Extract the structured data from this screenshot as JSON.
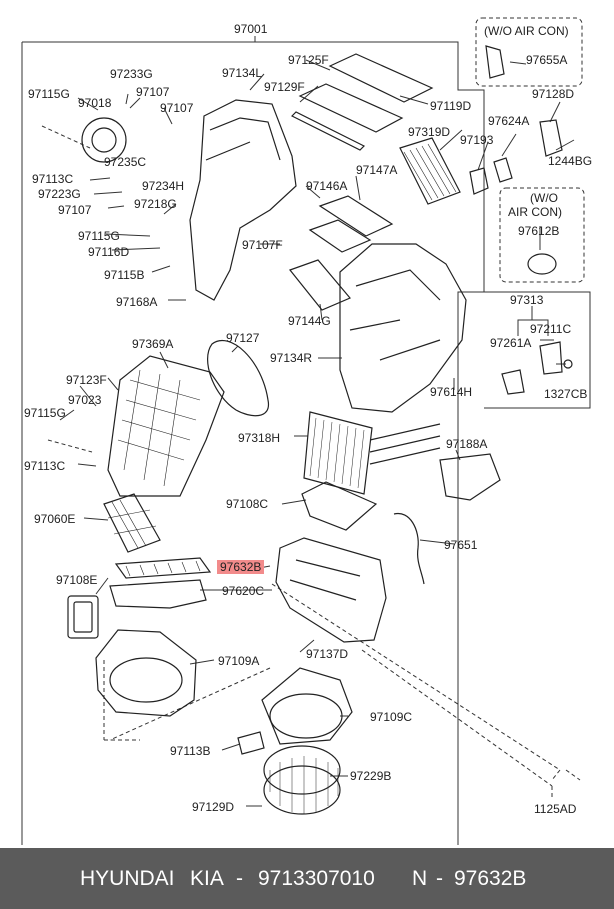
{
  "labels": {
    "p97001": "97001",
    "p97233G": "97233G",
    "p97115G_a": "97115G",
    "p97018": "97018",
    "p97107_a": "97107",
    "p97107_b": "97107",
    "p97134L": "97134L",
    "p97125F": "97125F",
    "p97129F": "97129F",
    "p97119D": "97119D",
    "wo_aircon_1": "(W/O AIR CON)",
    "p97655A": "97655A",
    "p97128D": "97128D",
    "p97624A": "97624A",
    "p97319D": "97319D",
    "p97193": "97193",
    "p1244BG": "1244BG",
    "p97235C": "97235C",
    "p97113C_a": "97113C",
    "p97234H": "97234H",
    "p97223G": "97223G",
    "p97218G": "97218G",
    "p97107_c": "97107",
    "p97146A": "97146A",
    "p97147A": "97147A",
    "wo_aircon_2a": "(W/O",
    "wo_aircon_2b": "AIR CON)",
    "p97612B": "97612B",
    "p97115G_b": "97115G",
    "p97116D": "97116D",
    "p97107F": "97107F",
    "p97115B": "97115B",
    "p97168A": "97168A",
    "p97144G": "97144G",
    "p97313": "97313",
    "p97211C": "97211C",
    "p97369A": "97369A",
    "p97127": "97127",
    "p97261A": "97261A",
    "p97134R": "97134R",
    "p97123F": "97123F",
    "p97023": "97023",
    "p97115G_c": "97115G",
    "p97614H": "97614H",
    "p1327CB": "1327CB",
    "p97318H": "97318H",
    "p97188A": "97188A",
    "p97113C_b": "97113C",
    "p97108C": "97108C",
    "p97060E": "97060E",
    "p97651": "97651",
    "p97632B": "97632B",
    "p97108E": "97108E",
    "p97620C": "97620C",
    "p97109A": "97109A",
    "p97137D": "97137D",
    "p97109C": "97109C",
    "p97113B": "97113B",
    "p97229B": "97229B",
    "p97129D": "97129D",
    "p1125AD": "1125AD"
  },
  "footer": {
    "brand1": "HYUNDAI",
    "brand2": "KIA",
    "sep1": "-",
    "oem": "9713307010",
    "n": "N",
    "sep2": "-",
    "part": "97632B"
  },
  "colors": {
    "highlight": "#f28b8b",
    "footer_bg": "#5b5b5b",
    "footer_text": "#ffffff"
  }
}
